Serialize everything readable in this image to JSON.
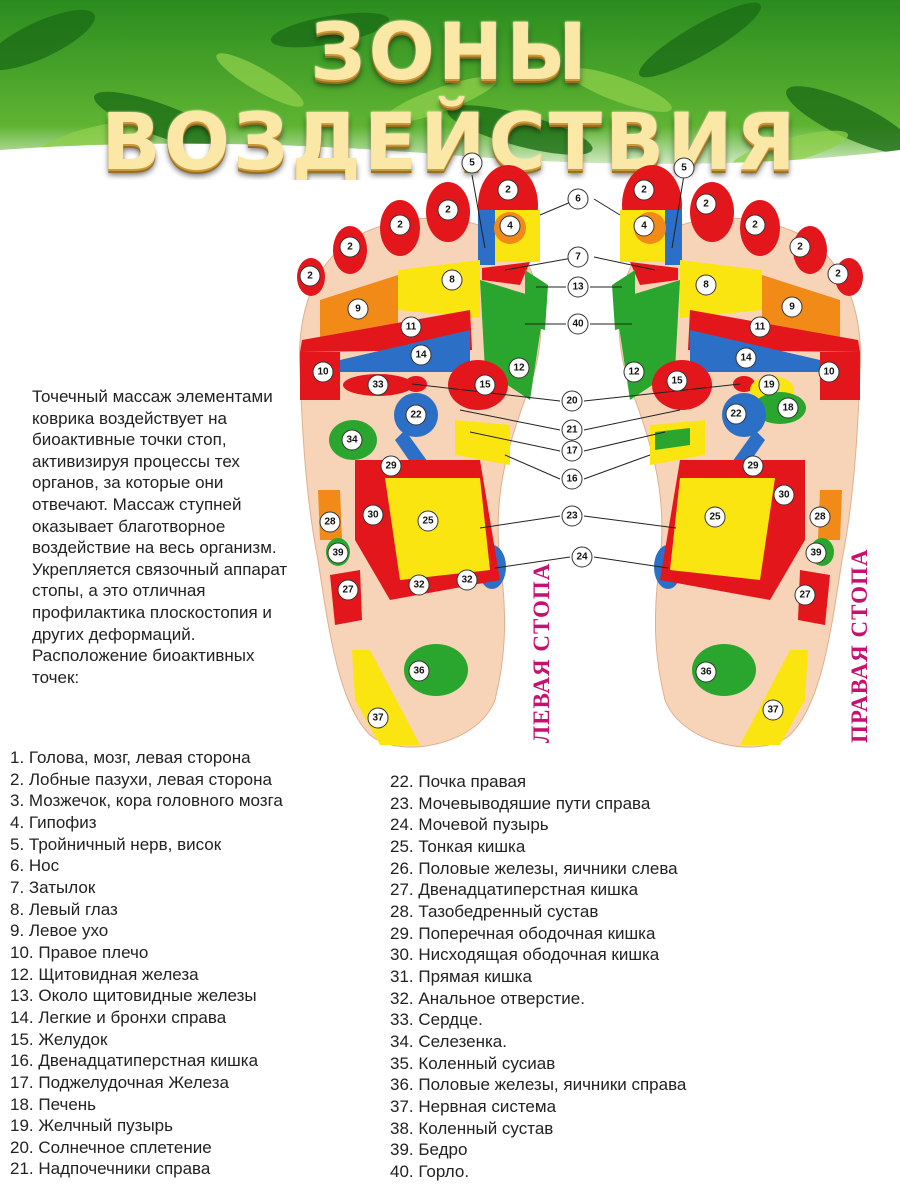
{
  "header": {
    "title": "ЗОНЫ ВОЗДЕЙСТВИЯ",
    "colors": {
      "leaves_dark": "#1f7a1a",
      "leaves_light": "#7cc63a",
      "title_gold": "#fbe7a6"
    }
  },
  "intro": {
    "paragraph": "Точечный массаж элементами коврика воздействует на биоактивные точки стоп, активизируя процессы тех органов, за которые они отвечают. Массаж ступней оказывает благотворное воздействие на весь организм. Укрепляется связочный аппарат стопы, а это отличная профилактика плоскостопия и других деформаций.",
    "location_heading": "Расположение биоактивных точек:"
  },
  "labels": {
    "left_foot": "ЛЕВАЯ СТОПА",
    "right_foot": "ПРАВАЯ СТОПА"
  },
  "map_numbers": [
    "2",
    "4",
    "5",
    "6",
    "7",
    "8",
    "9",
    "10",
    "11",
    "12",
    "13",
    "14",
    "15",
    "16",
    "17",
    "18",
    "19",
    "20",
    "21",
    "22",
    "23",
    "24",
    "25",
    "27",
    "28",
    "29",
    "30",
    "32",
    "33",
    "34",
    "36",
    "37",
    "39",
    "40"
  ],
  "zone_colors": {
    "red": "#e3161c",
    "yellow": "#fbe511",
    "green": "#2aa52d",
    "blue": "#2b6fc6",
    "orange": "#f28a18",
    "skin": "#f7d3b8"
  },
  "legend_left": [
    "1. Голова, мозг, левая сторона",
    "2. Лобные пазухи, левая сторона",
    "3. Мозжечок, кора головного мозга",
    "4. Гипофиз",
    "5. Тройничный нерв, висок",
    "6. Нос",
    "7. Затылок",
    "8. Левый глаз",
    "9. Левое ухо",
    "10. Правое плечо",
    "12. Щитовидная железа",
    "13. Около щитовидные железы",
    "14. Легкие и бронхи справа",
    "15. Желудок",
    "16. Двенадцатиперстная кишка",
    "17. Поджелудочная Железа",
    "18. Печень",
    "19. Желчный пузырь",
    "20. Солнечное сплетение",
    "21. Надпочечники справа"
  ],
  "legend_right": [
    "22. Почка правая",
    "23. Мочевыводяшие пути справа",
    "24. Мочевой пузырь",
    "25. Тонкая кишка",
    "26. Половые железы, яичники слева",
    "27. Двенадцатиперстная кишка",
    "28. Тазобедренный сустав",
    "29. Поперечная ободочная кишка",
    "30. Нисходящая ободочная кишка",
    "31. Прямая кишка",
    "32. Анальное отверстие.",
    "33. Сердце.",
    "34. Селезенка.",
    "35. Коленный сусиав",
    "36. Половые железы, яичники справа",
    "37. Нервная система",
    "38. Коленный сустав",
    "39. Бедро",
    "40. Горло."
  ]
}
